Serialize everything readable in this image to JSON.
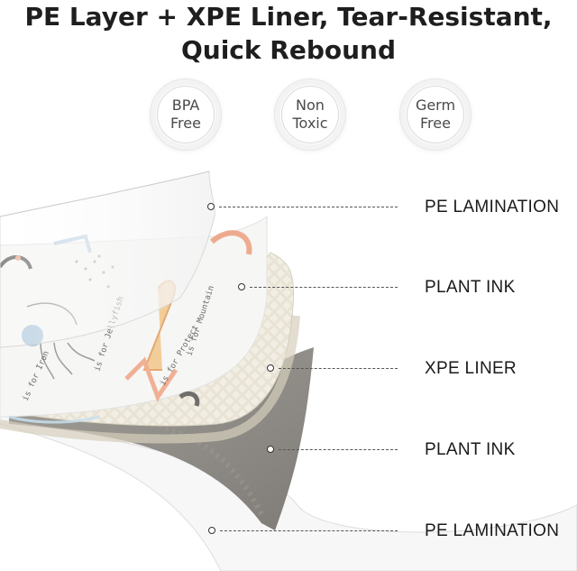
{
  "headline": {
    "line1": "PE Layer + XPE Liner, Tear-Resistant,",
    "line2": "Quick Rebound"
  },
  "badges": [
    {
      "line1": "BPA",
      "line2": "Free"
    },
    {
      "line1": "Non",
      "line2": "Toxic"
    },
    {
      "line1": "Germ",
      "line2": "Free"
    }
  ],
  "layers": [
    {
      "label": "PE LAMINATION"
    },
    {
      "label": "PLANT INK"
    },
    {
      "label": "XPE LINER"
    },
    {
      "label": "PLANT INK"
    },
    {
      "label": "PE LAMINATION"
    }
  ],
  "print_text": {
    "jellyfish": "is for Jellyfish",
    "mountain": "is for Mountain",
    "protect": "is for Protect",
    "iron": "is for Iron"
  },
  "colors": {
    "gray_layer": "#8f8c87",
    "xpe_liner": "#e9e4d6",
    "print_layer": "#f6f6f4",
    "pe_film": "#fbfbfb"
  }
}
